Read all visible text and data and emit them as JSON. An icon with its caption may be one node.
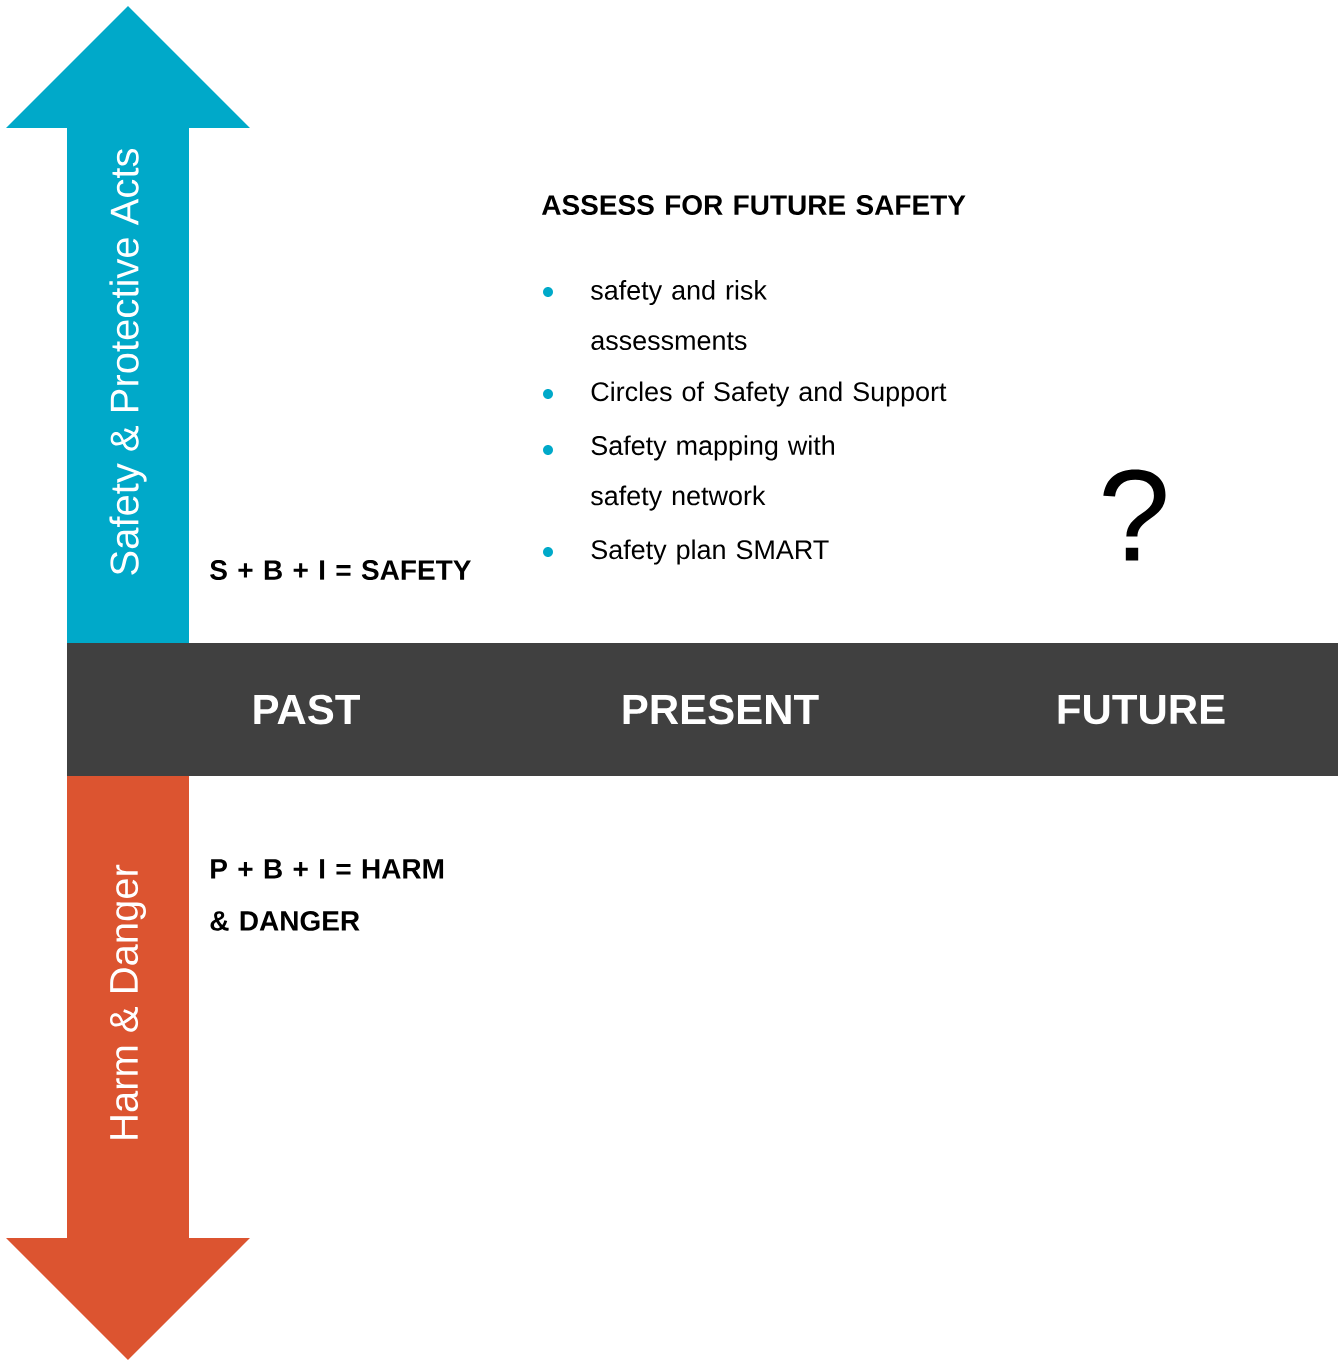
{
  "diagram": {
    "nodes": [
      {
        "text": [
          "Safety & Protective Acts"
        ]
      },
      {
        "text": [
          "Harm & Danger"
        ]
      },
      {
        "text": [
          "PAST",
          "PRESENT",
          "FUTURE"
        ]
      }
    ],
    "labels": [
      "ASSESS FOR FUTURE SAFETY",
      "safety and risk assessments",
      "Circles of Safety and Support",
      "Safety mapping with safety network",
      "Safety plan SMART",
      "S + B + I = SAFETY",
      "?",
      "P + B + I = HARM & DANGER"
    ]
  }
}
